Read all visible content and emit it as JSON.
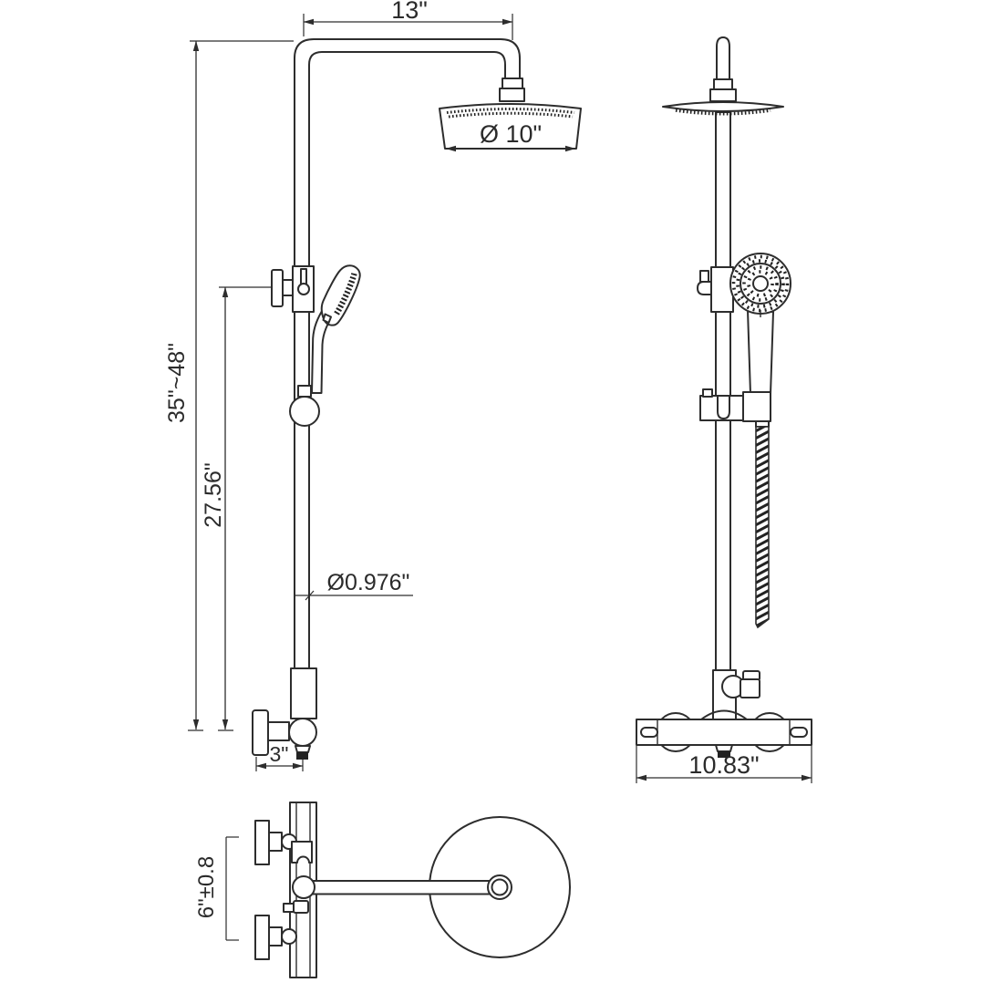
{
  "page": {
    "background": "#ffffff",
    "line_color": "#2d2d2d"
  },
  "dims": {
    "arm_length": "13\"",
    "head_diameter": "Ø 10\"",
    "height_range": "35\"~48\"",
    "riser_height": "27.56\"",
    "pipe_diameter": "Ø0.976\"",
    "outlet_offset": "3\"",
    "valve_width": "10.83\"",
    "handle_spacing": "6\"±0.8"
  }
}
